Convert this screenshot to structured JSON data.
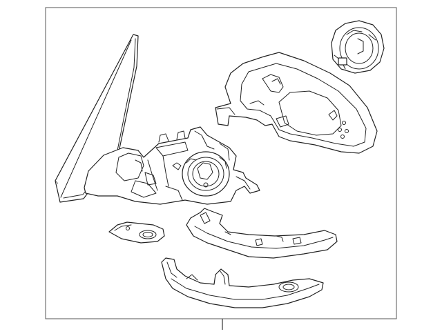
{
  "diagram": {
    "parts": [
      {
        "id": "mirror-glass",
        "label": ""
      },
      {
        "id": "mirror-housing-assembly",
        "label": ""
      },
      {
        "id": "mirror-cover-cap",
        "label": ""
      },
      {
        "id": "mirror-motor",
        "label": ""
      },
      {
        "id": "turn-signal-lamp",
        "label": ""
      },
      {
        "id": "lower-trim-cover",
        "label": ""
      },
      {
        "id": "seal-gasket",
        "label": ""
      }
    ],
    "colors": {
      "line": "#222222",
      "frame": "#555555",
      "background": "#ffffff"
    }
  }
}
